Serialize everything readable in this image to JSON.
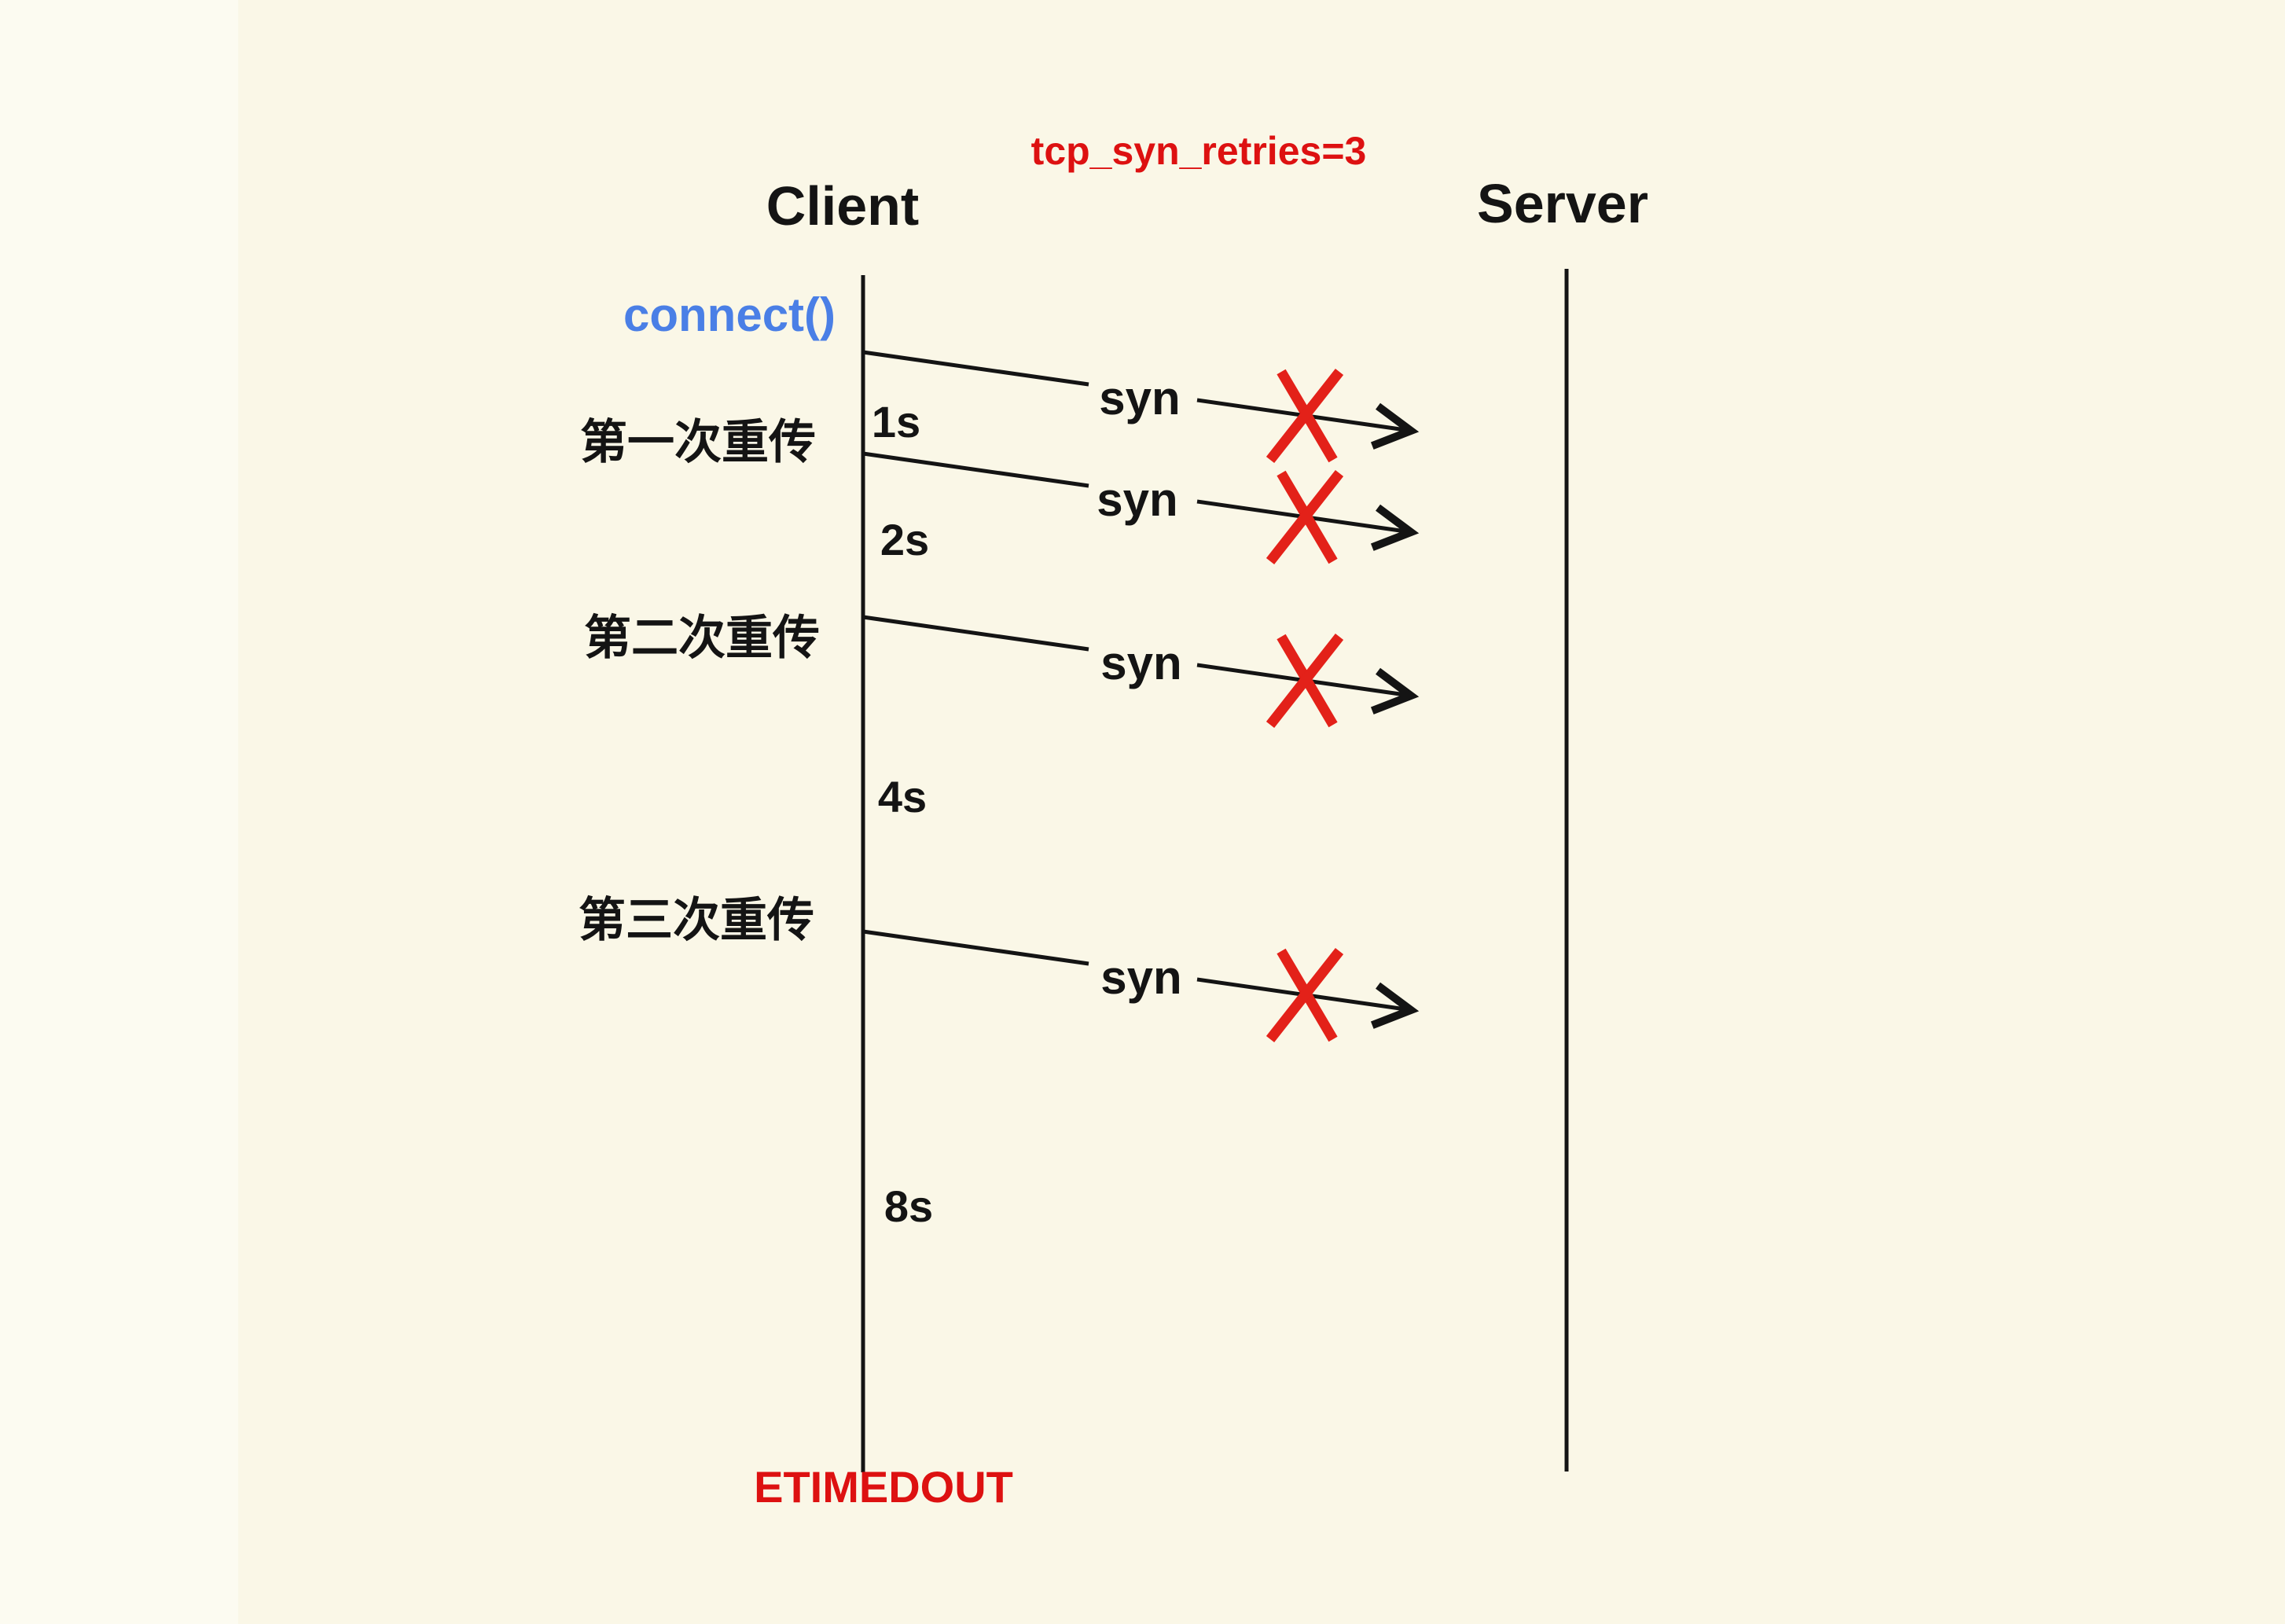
{
  "diagram": {
    "title": "tcp_syn_retries=3",
    "client_label": "Client",
    "server_label": "Server",
    "connect_label": "connect()",
    "syn_label": "syn",
    "error_label": "ETIMEDOUT",
    "retry_labels": [
      "第一次重传",
      "第二次重传",
      "第三次重传"
    ],
    "wait_times": [
      "1s",
      "2s",
      "4s",
      "8s"
    ],
    "syn_attempts": 4,
    "colors": {
      "background": "#faf7e7",
      "left_strip": "#fcfbf1",
      "line_black": "#141414",
      "accent_red": "#dd1111",
      "x_mark_red": "#e32119",
      "accent_blue": "#4a7fe6"
    }
  }
}
